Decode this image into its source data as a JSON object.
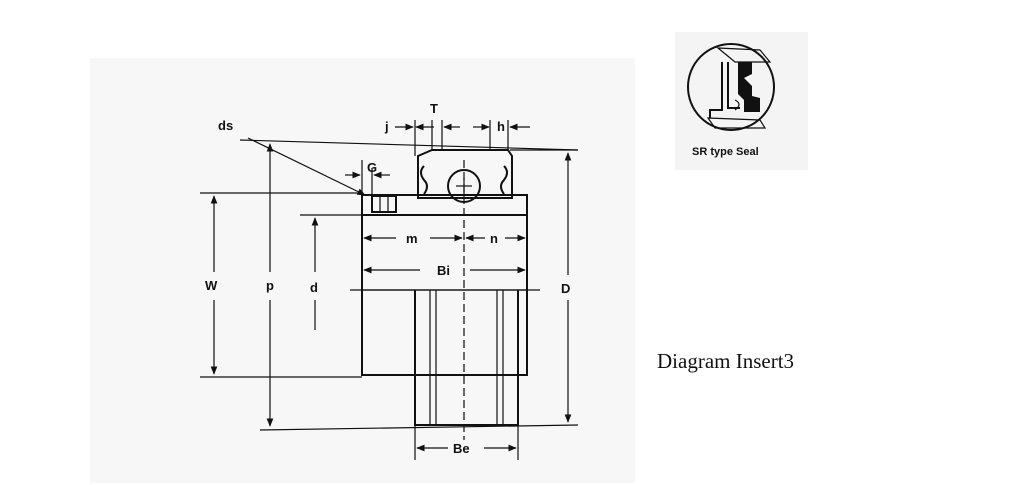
{
  "labels": {
    "ds": "ds",
    "T": "T",
    "j": "j",
    "h": "h",
    "G": "G",
    "m": "m",
    "n": "n",
    "Bi": "Bi",
    "W": "W",
    "p": "p",
    "d": "d",
    "D": "D",
    "Be": "Be"
  },
  "seal_caption": "SR type Seal",
  "caption": "Diagram Insert3",
  "colors": {
    "line": "#111111",
    "background": "#ffffff",
    "hatch_fill": "#ffffff"
  }
}
